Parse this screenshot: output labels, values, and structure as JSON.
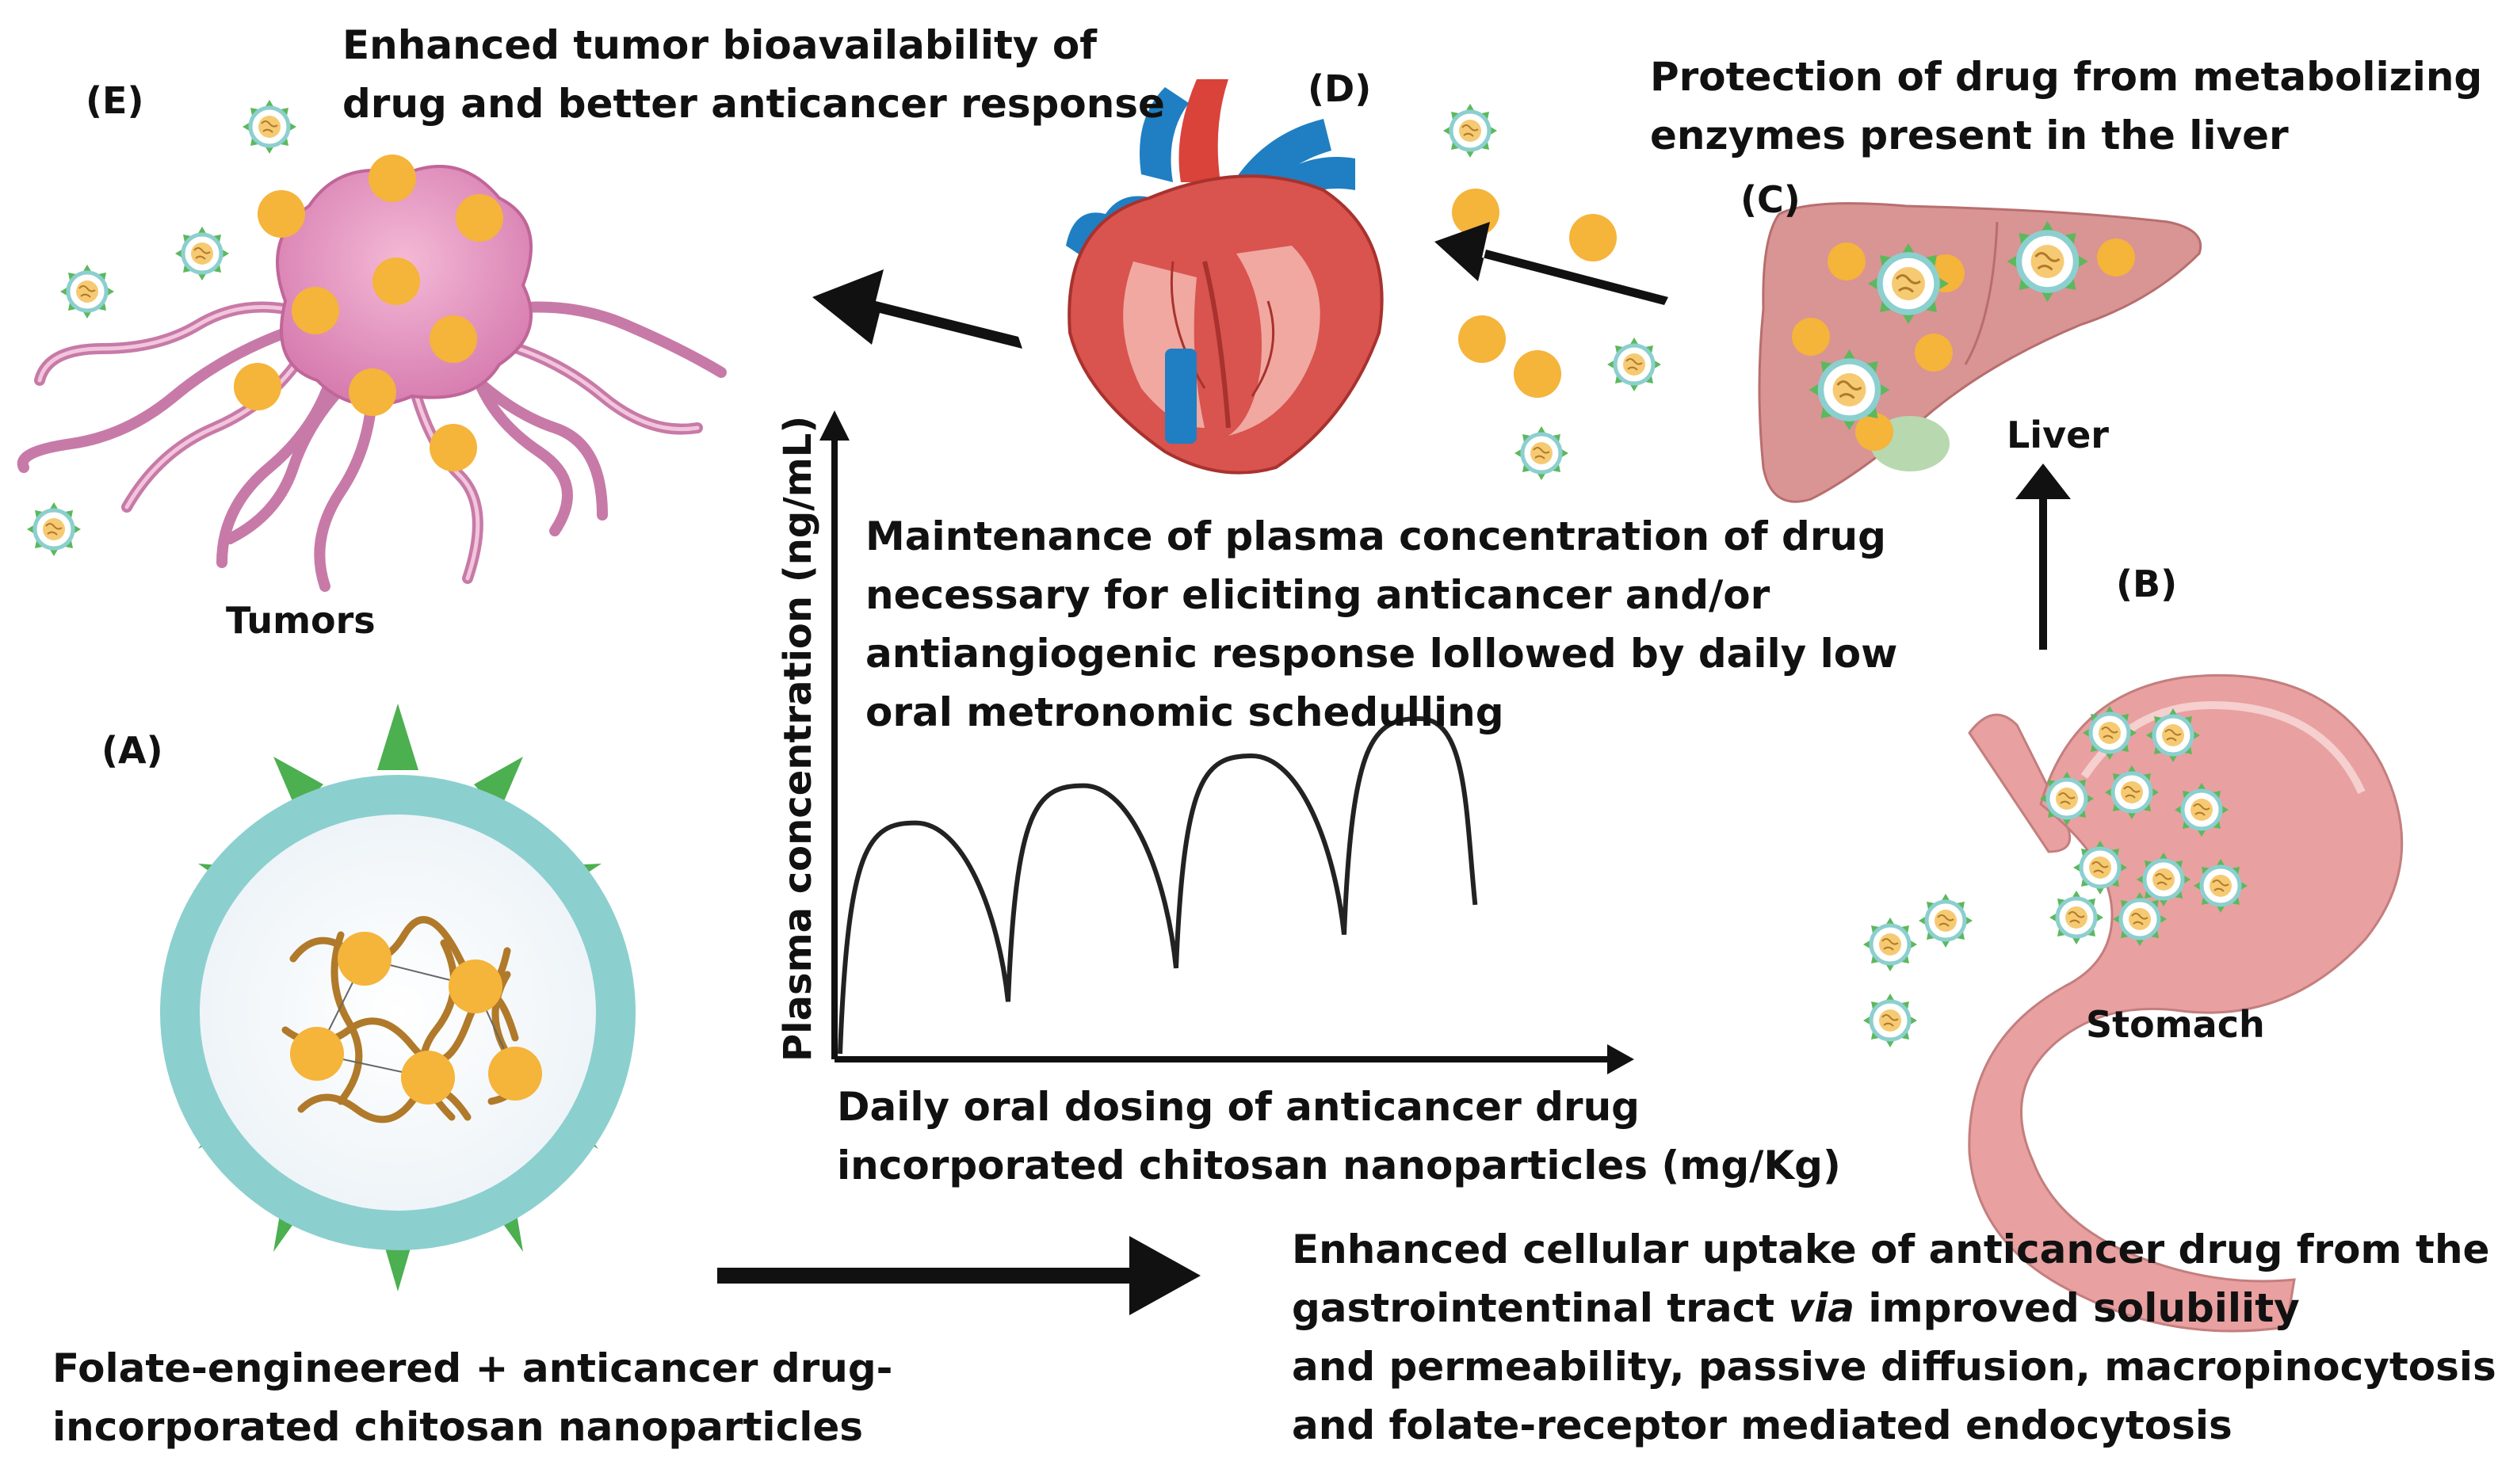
{
  "panels": {
    "a": {
      "label": "(A)",
      "caption": [
        "Folate-engineered + anticancer drug-",
        "incorporated chitosan nanoparticles"
      ]
    },
    "b": {
      "label": "(B)",
      "organ": "Stomach"
    },
    "c": {
      "label": "(C)",
      "organ": "Liver",
      "caption": [
        "Protection of drug from metabolizing",
        "enzymes present in the liver"
      ]
    },
    "d": {
      "label": "(D)"
    },
    "e": {
      "label": "(E)",
      "organ": "Tumors",
      "caption": [
        "Enhanced tumor bioavailability of",
        "drug and better anticancer response"
      ]
    }
  },
  "uptake": {
    "line1": "Enhanced cellular uptake of anticancer drug from the",
    "line2_pre": "gastrointentinal tract ",
    "line2_em": "via",
    "line2_post": " improved solubility",
    "line3": "and permeability, passive diffusion, macropinocytosis,",
    "line4": "and folate-receptor mediated endocytosis"
  },
  "plasma_note": [
    "Maintenance of plasma concentration of drug",
    "necessary for eliciting anticancer and/or",
    "antiangiogenic response lollowed by daily low",
    "oral metronomic schedulling"
  ],
  "chart_data": {
    "type": "line",
    "ylabel": "Plasma concentration (ng/mL)",
    "xlabel": [
      "Daily oral dosing of anticancer drug",
      "incorporated chitosan nanoparticles (mg/Kg)"
    ],
    "peaks": [
      0.62,
      0.72,
      0.8,
      0.9
    ],
    "troughs": [
      0.14,
      0.23,
      0.32
    ]
  },
  "colors": {
    "spike": "#4caf50",
    "shell": "#8ccfcf",
    "drug": "#f5b43a",
    "polymer": "#b07a2a",
    "organ_pink": "#e8a0a0",
    "arrow": "#111111"
  }
}
